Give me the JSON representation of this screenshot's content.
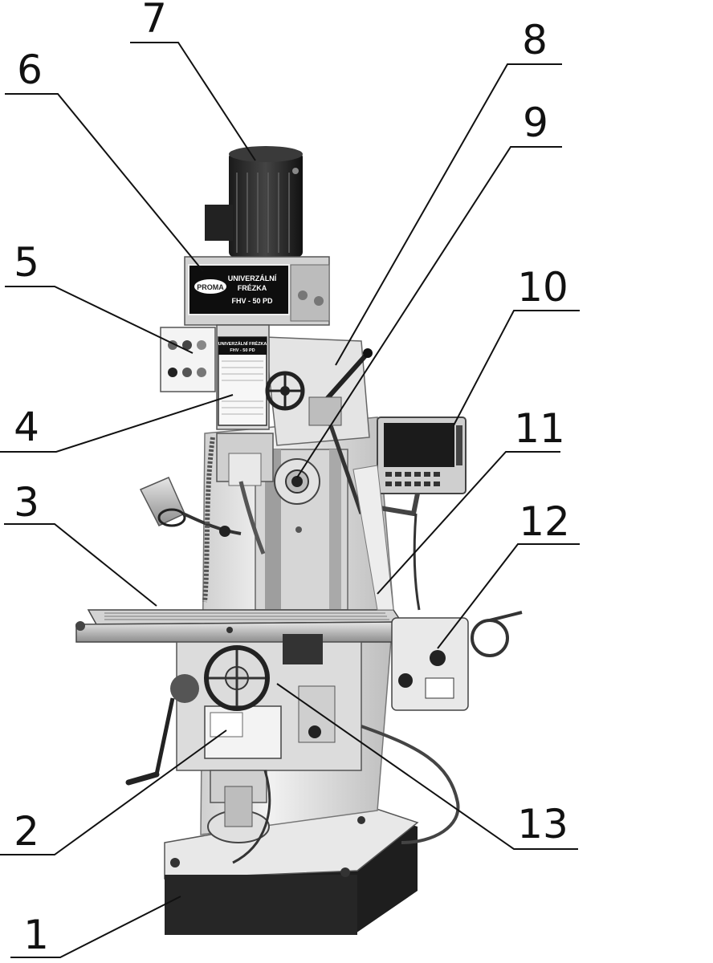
{
  "callouts": [
    {
      "id": "1",
      "label": "1"
    },
    {
      "id": "2",
      "label": "2"
    },
    {
      "id": "3",
      "label": "3"
    },
    {
      "id": "4",
      "label": "4"
    },
    {
      "id": "5",
      "label": "5"
    },
    {
      "id": "6",
      "label": "6"
    },
    {
      "id": "7",
      "label": "7"
    },
    {
      "id": "8",
      "label": "8"
    },
    {
      "id": "9",
      "label": "9"
    },
    {
      "id": "10",
      "label": "10"
    },
    {
      "id": "11",
      "label": "11"
    },
    {
      "id": "12",
      "label": "12"
    },
    {
      "id": "13",
      "label": "13"
    }
  ],
  "machine": {
    "head_badge_brand": "PROMA",
    "head_badge_line1": "UNIVERZÁLNÍ",
    "head_badge_line2": "FRÉZKA",
    "head_badge_model": "FHV - 50 PD",
    "plate_line1": "UNIVERZÁLNÍ FRÉZKA",
    "plate_model": "FHV - 50 PD"
  }
}
